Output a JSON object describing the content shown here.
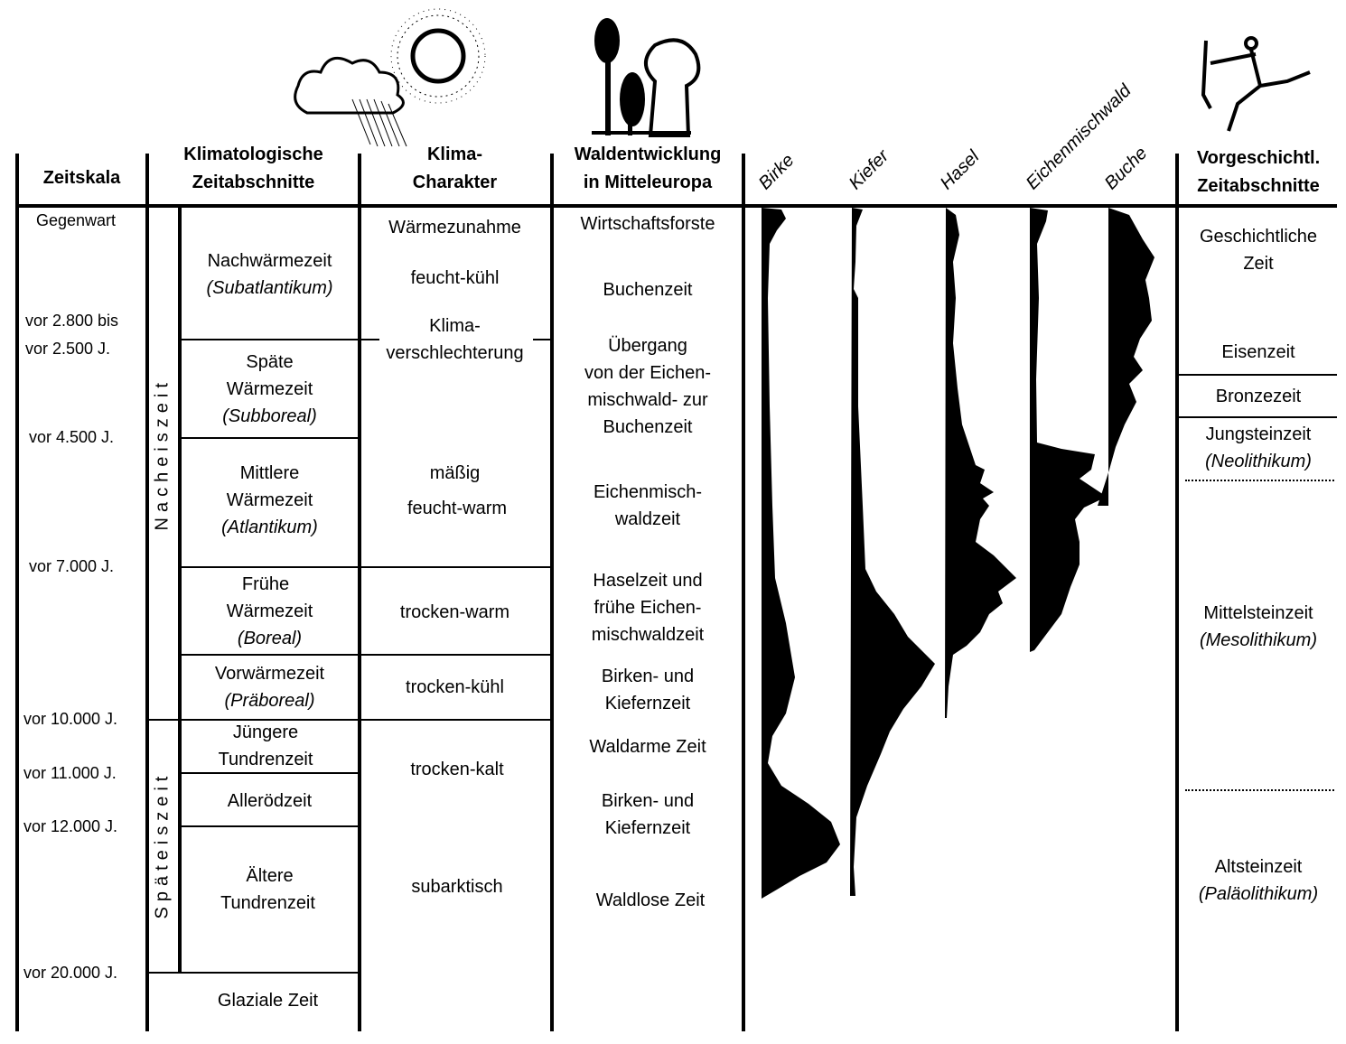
{
  "headers": {
    "zeitskala": "Zeitskala",
    "klimatologische": [
      "Klimatologische",
      "Zeitabschnitte"
    ],
    "klima": [
      "Klima-",
      "Charakter"
    ],
    "wald": [
      "Waldentwicklung",
      "in Mitteleuropa"
    ],
    "vorgeschichte": [
      "Vorgeschichtl.",
      "Zeitabschnitte"
    ]
  },
  "species": [
    "Birke",
    "Kiefer",
    "Hasel",
    "Eichenmischwald",
    "Buche"
  ],
  "timescale": [
    "Gegenwart",
    "vor 2.800 bis",
    "vor 2.500 J.",
    "vor 4.500 J.",
    "vor 7.000 J.",
    "vor 10.000 J.",
    "vor 11.000 J.",
    "vor 12.000 J.",
    "vor 20.000 J."
  ],
  "epochs": {
    "nacheiszeit": "Nacheiszeit",
    "spaeteiszeit": "Späteiszeit"
  },
  "periods": [
    {
      "name": "Nachwärmezeit",
      "latin": "(Subatlantikum)"
    },
    {
      "name1": "Späte",
      "name2": "Wärmezeit",
      "latin": "(Subboreal)"
    },
    {
      "name1": "Mittlere",
      "name2": "Wärmezeit",
      "latin": "(Atlantikum)"
    },
    {
      "name1": "Frühe",
      "name2": "Wärmezeit",
      "latin": "(Boreal)"
    },
    {
      "name": "Vorwärmezeit",
      "latin": "(Präboreal)"
    },
    {
      "name1": "Jüngere",
      "name2": "Tundrenzeit"
    },
    {
      "name": "Allerödzeit"
    },
    {
      "name1": "Ältere",
      "name2": "Tundrenzeit"
    },
    {
      "name": "Glaziale Zeit"
    }
  ],
  "climate": [
    "Wärmezunahme",
    "feucht-kühl",
    "Klima-",
    "verschlechterung",
    "mäßig",
    "feucht-warm",
    "trocken-warm",
    "trocken-kühl",
    "trocken-kalt",
    "subarktisch"
  ],
  "forest": [
    [
      "Wirtschaftsforste"
    ],
    [
      "Buchenzeit"
    ],
    [
      "Übergang",
      "von der Eichen-",
      "mischwald- zur",
      "Buchenzeit"
    ],
    [
      "Eichenmisch-",
      "waldzeit"
    ],
    [
      "Haselzeit und",
      "frühe Eichen-",
      "mischwaldzeit"
    ],
    [
      "Birken- und",
      "Kiefernzeit"
    ],
    [
      "Waldarme Zeit"
    ],
    [
      "Birken- und",
      "Kiefernzeit"
    ],
    [
      "Waldlose Zeit"
    ]
  ],
  "prehistory": [
    [
      "Geschichtliche",
      "Zeit"
    ],
    [
      "Eisenzeit"
    ],
    [
      "Bronzezeit"
    ],
    [
      "Jungsteinzeit",
      "(Neolithikum)"
    ],
    [
      "Mittelsteinzeit",
      "(Mesolithikum)"
    ],
    [
      "Altsteinzeit",
      "(Paläolithikum)"
    ]
  ]
}
